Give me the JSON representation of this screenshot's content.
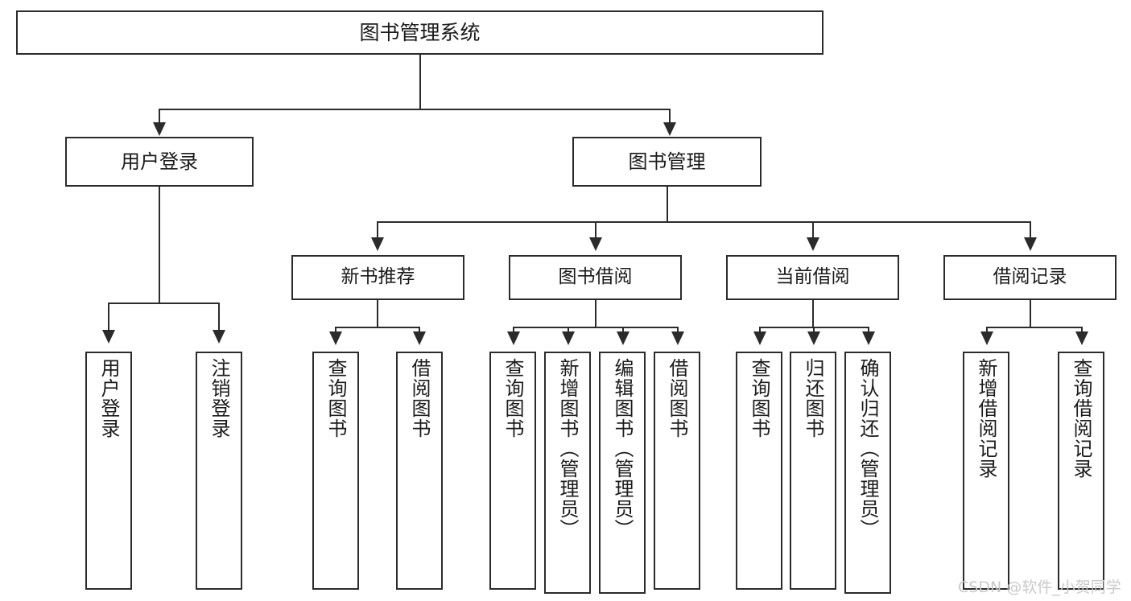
{
  "diagram": {
    "title": "图书管理系统",
    "type": "tree-hierarchy-chart",
    "root": {
      "label": "图书管理系统"
    },
    "level2": [
      {
        "key": "user-login",
        "label": "用户登录"
      },
      {
        "key": "book-management",
        "label": "图书管理"
      }
    ],
    "level3": [
      {
        "key": "new-book-recommend",
        "label": "新书推荐"
      },
      {
        "key": "book-borrow",
        "label": "图书借阅"
      },
      {
        "key": "current-borrow",
        "label": "当前借阅"
      },
      {
        "key": "borrow-record",
        "label": "借阅记录"
      }
    ],
    "leaves": {
      "user_login": [
        {
          "key": "user-login-leaf",
          "label": "用户登录"
        },
        {
          "key": "logout-leaf",
          "label": "注销登录"
        }
      ],
      "new_book_recommend": [
        {
          "key": "query-book-1",
          "label": "查询图书"
        },
        {
          "key": "borrow-book-1",
          "label": "借阅图书"
        }
      ],
      "book_borrow": [
        {
          "key": "query-book-2",
          "label": "查询图书"
        },
        {
          "key": "add-book",
          "label": "新增图书（管理员）"
        },
        {
          "key": "edit-book",
          "label": "编辑图书（管理员）"
        },
        {
          "key": "borrow-book-2",
          "label": "借阅图书"
        }
      ],
      "current_borrow": [
        {
          "key": "query-book-3",
          "label": "查询图书"
        },
        {
          "key": "return-book",
          "label": "归还图书"
        },
        {
          "key": "confirm-return",
          "label": "确认归还（管理员）"
        }
      ],
      "borrow_record": [
        {
          "key": "add-borrow-record",
          "label": "新增借阅记录"
        },
        {
          "key": "query-borrow-record",
          "label": "查询借阅记录"
        }
      ]
    }
  },
  "watermark": {
    "text": "CSDN @软件_小贺同学"
  },
  "colors": {
    "stroke": "#2b2b2b",
    "text": "#1b1b1b",
    "background": "#ffffff",
    "watermark": "#c9c9c9"
  }
}
